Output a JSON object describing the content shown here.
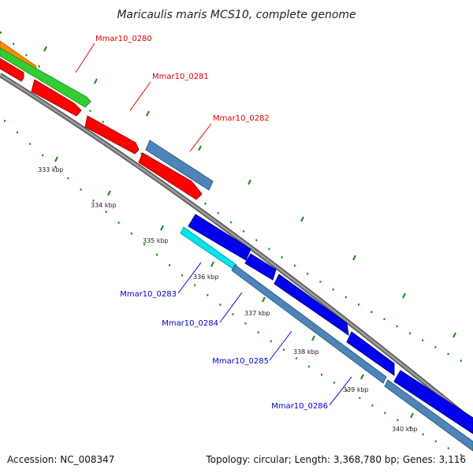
{
  "title": "Maricaulis maris MCS10, complete genome",
  "footer": {
    "accession": "Accession: NC_008347",
    "topology": "Topology: circular; Length: 3,368,780 bp; Genes: 3,116"
  },
  "colors": {
    "backbone": "#7b7b7b",
    "tick_green": "#1a8a1a",
    "forward_cds": "#ff0000",
    "forward_gene": "#3a9a1a",
    "reverse_cds": "#0000ee",
    "reverse_gene": "#4682b4",
    "orange_track": "#ff8c00",
    "cyan_track": "#00e5ee",
    "label_forward": "#dd0000",
    "label_reverse": "#0000cc"
  },
  "ticks": [
    "333 kbp",
    "334 kbp",
    "335 kbp",
    "336 kbp",
    "337 kbp",
    "338 kbp",
    "339 kbp",
    "340 kbp"
  ],
  "gene_labels_top": [
    "Mmar10_0280",
    "Mmar10_0281",
    "Mmar10_0282"
  ],
  "gene_labels_bottom": [
    "Mmar10_0283",
    "Mmar10_0284",
    "Mmar10_0285",
    "Mmar10_0286"
  ]
}
